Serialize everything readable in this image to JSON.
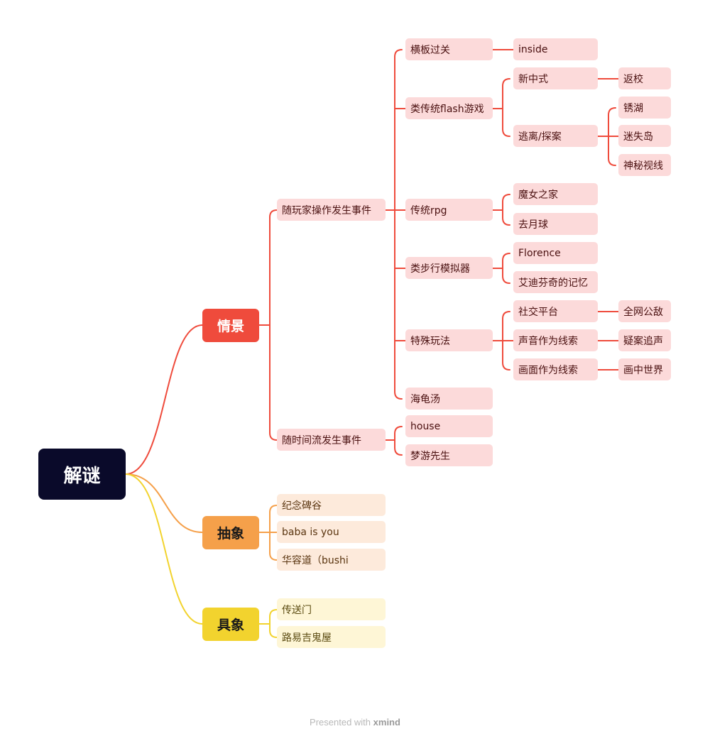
{
  "root": {
    "label": "解谜"
  },
  "branches": {
    "scene": {
      "label": "情景",
      "player_events": {
        "label": "随玩家操作发生事件",
        "platformer": {
          "label": "横板过关",
          "inside": "inside"
        },
        "flash_like": {
          "label": "类传统flash游戏",
          "new_chinese": {
            "label": "新中式",
            "fanxiao": "返校"
          },
          "escape": {
            "label": "逃离/探案",
            "xiuhu": "锈湖",
            "mishidao": "迷失岛",
            "shenmi": "神秘视线"
          }
        },
        "rpg": {
          "label": "传统rpg",
          "witch_house": "魔女之家",
          "to_the_moon": "去月球"
        },
        "walking_sim": {
          "label": "类步行模拟器",
          "florence": "Florence",
          "edith_finch": "艾迪芬奇的记忆"
        },
        "special": {
          "label": "特殊玩法",
          "social": {
            "label": "社交平台",
            "game": "全网公敌"
          },
          "sound": {
            "label": "声音作为线索",
            "game": "疑案追声"
          },
          "picture": {
            "label": "画面作为线索",
            "game": "画中世界"
          }
        },
        "turtle_soup": {
          "label": "海龟汤"
        }
      },
      "time_events": {
        "label": "随时间流发生事件",
        "house": "house",
        "dream": "梦游先生"
      }
    },
    "abstract": {
      "label": "抽象",
      "items": [
        "纪念碑谷",
        "baba is you",
        "华容道（bushi"
      ]
    },
    "concrete": {
      "label": "具象",
      "items": [
        "传送门",
        "路易吉鬼屋"
      ]
    }
  },
  "footer": {
    "prefix": "Presented with",
    "brand": "xmind"
  },
  "colors": {
    "red": "#ef4b3c",
    "orange": "#f5a04a",
    "yellow": "#f2d32e",
    "root": "#0a0a2a"
  }
}
